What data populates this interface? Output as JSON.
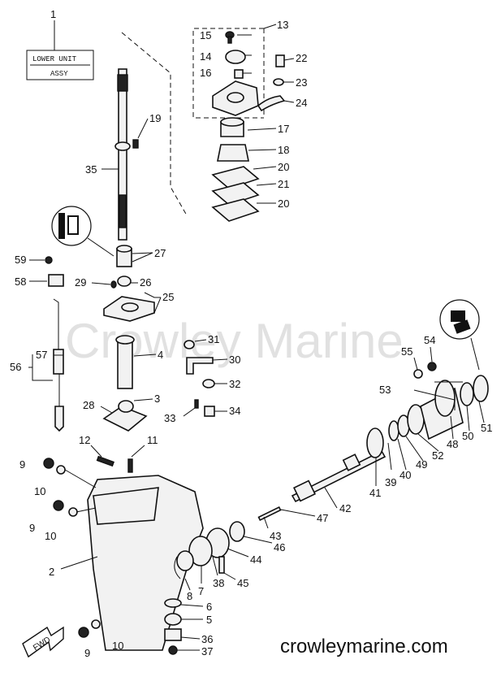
{
  "title_box": {
    "number": "1",
    "line1": "LOWER UNIT",
    "line2": "ASSY"
  },
  "watermark": "Crowley Marine",
  "website": "crowleymarine.com",
  "fwd_label": "FWD",
  "callouts": {
    "c13": "13",
    "c15": "15",
    "c14": "14",
    "c16": "16",
    "c22": "22",
    "c23": "23",
    "c24": "24",
    "c17": "17",
    "c18": "18",
    "c20a": "20",
    "c21": "21",
    "c20b": "20",
    "c19": "19",
    "c35": "35",
    "c27": "27",
    "c59": "59",
    "c58": "58",
    "c29": "29",
    "c26": "26",
    "c25": "25",
    "c31": "31",
    "c57": "57",
    "c56": "56",
    "c4": "4",
    "c30": "30",
    "c32": "32",
    "c28": "28",
    "c3": "3",
    "c33": "33",
    "c34": "34",
    "c54": "54",
    "c55": "55",
    "c53": "53",
    "c12": "12",
    "c11": "11",
    "c9a": "9",
    "c10a": "10",
    "c9b": "9",
    "c10b": "10",
    "c51": "51",
    "c50": "50",
    "c48": "48",
    "c52": "52",
    "c49": "49",
    "c40": "40",
    "c39": "39",
    "c41": "41",
    "c42": "42",
    "c47": "47",
    "c43": "43",
    "c46": "46",
    "c2": "2",
    "c44": "44",
    "c45": "45",
    "c38": "38",
    "c7": "7",
    "c8": "8",
    "c6": "6",
    "c5": "5",
    "c36": "36",
    "c9c": "9",
    "c10c": "10",
    "c37": "37"
  }
}
